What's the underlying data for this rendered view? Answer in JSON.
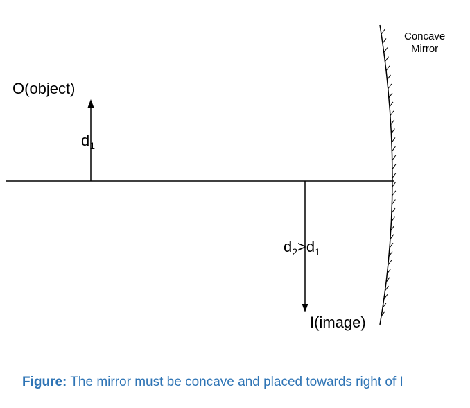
{
  "labels": {
    "mirror_line1": "Concave",
    "mirror_line2": "Mirror",
    "object": "O(object)",
    "d1_base": "d",
    "d1_sub": "1",
    "d2_base": "d",
    "d2_sub": "2",
    "d2_gt": ">d",
    "d2_sub2": "1",
    "image": "I(image)"
  },
  "caption": {
    "lead": "Figure:",
    "text": " The mirror must be concave and placed towards right of I"
  },
  "colors": {
    "line": "#000000",
    "caption": "#2e74b5"
  }
}
